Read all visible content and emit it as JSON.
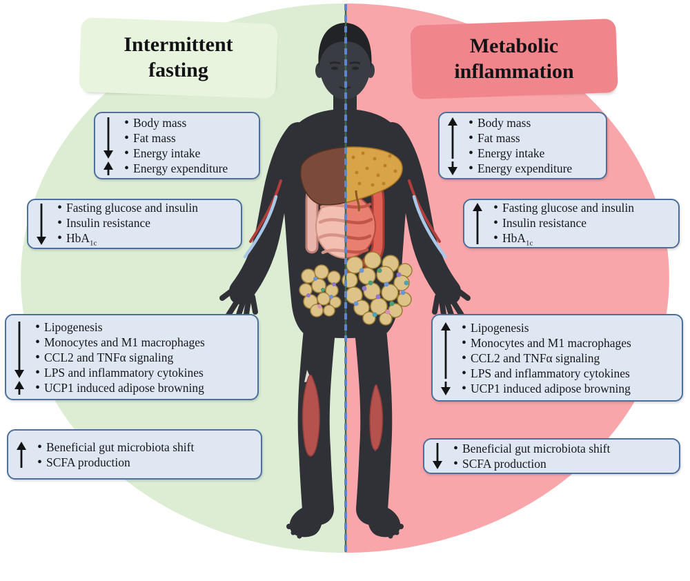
{
  "colors": {
    "left_background": "#dcedd3",
    "right_background": "#f9a6aa",
    "divider_blue": "#5f84c8",
    "divider_green": "#3e6b4e",
    "info_box_bg": "#dfe7f2",
    "info_box_border": "#4c6f9b",
    "title_left_bg": "#d8eae2",
    "title_left_border": "#2c675a",
    "title_right_bg": "#f5d7ec",
    "title_right_border": "#952e63",
    "arrow_color": "#141416",
    "text_color": "#17181c",
    "body_color": "#2f3136",
    "face_color": "#3a3c43",
    "liver_healthy": "#7b4a3a",
    "liver_fatty": "#d9a348",
    "intestine_normal": "#e9b4a9",
    "intestine_inflamed": "#df6156",
    "adipose": "#dec389",
    "muscle": "#b5524e"
  },
  "titles": {
    "left": "Intermittent fasting",
    "right": "Metabolic inflammation"
  },
  "boxes": [
    {
      "id": "left-energy-balance",
      "items": [
        {
          "text": "Body mass"
        },
        {
          "text": "Fat mass"
        },
        {
          "text": "Energy intake"
        },
        {
          "text": "Energy expenditure"
        }
      ],
      "arrows": [
        {
          "dir": "down",
          "from": 0,
          "to": 2
        },
        {
          "dir": "up",
          "from": 3,
          "to": 3
        }
      ]
    },
    {
      "id": "right-energy-balance",
      "items": [
        {
          "text": "Body mass"
        },
        {
          "text": "Fat mass"
        },
        {
          "text": "Energy intake"
        },
        {
          "text": "Energy expenditure"
        }
      ],
      "arrows": [
        {
          "dir": "up",
          "from": 0,
          "to": 2
        },
        {
          "dir": "down",
          "from": 3,
          "to": 3
        }
      ]
    },
    {
      "id": "left-glycemia",
      "items": [
        {
          "text": "Fasting glucose and insulin"
        },
        {
          "text": "Insulin resistance"
        },
        {
          "text": "HbA",
          "sub": "1c"
        }
      ],
      "arrows": [
        {
          "dir": "down",
          "from": 0,
          "to": 2
        }
      ]
    },
    {
      "id": "right-glycemia",
      "items": [
        {
          "text": "Fasting glucose and insulin"
        },
        {
          "text": "Insulin resistance"
        },
        {
          "text": "HbA",
          "sub": "1c"
        }
      ],
      "arrows": [
        {
          "dir": "up",
          "from": 0,
          "to": 2
        }
      ]
    },
    {
      "id": "left-inflammation",
      "items": [
        {
          "text": "Lipogenesis"
        },
        {
          "text": "Monocytes and M1 macrophages"
        },
        {
          "text": "CCL2 and TNFα signaling"
        },
        {
          "text": "LPS and inflammatory cytokines"
        },
        {
          "text": "UCP1 induced adipose browning"
        }
      ],
      "arrows": [
        {
          "dir": "down",
          "from": 0,
          "to": 3
        },
        {
          "dir": "up",
          "from": 4,
          "to": 4
        }
      ]
    },
    {
      "id": "right-inflammation",
      "items": [
        {
          "text": "Lipogenesis"
        },
        {
          "text": "Monocytes and M1 macrophages"
        },
        {
          "text": "CCL2 and TNFα signaling"
        },
        {
          "text": "LPS and inflammatory cytokines"
        },
        {
          "text": "UCP1 induced adipose browning"
        }
      ],
      "arrows": [
        {
          "dir": "up",
          "from": 0,
          "to": 3
        },
        {
          "dir": "down",
          "from": 4,
          "to": 4
        }
      ]
    },
    {
      "id": "left-microbiota",
      "items": [
        {
          "text": "Beneficial gut microbiota shift"
        },
        {
          "text": "SCFA production"
        }
      ],
      "arrows": [
        {
          "dir": "up",
          "from": 0,
          "to": 1
        }
      ]
    },
    {
      "id": "right-microbiota",
      "items": [
        {
          "text": "Beneficial gut microbiota shift"
        },
        {
          "text": "SCFA production"
        }
      ],
      "arrows": [
        {
          "dir": "down",
          "from": 0,
          "to": 1
        }
      ]
    }
  ],
  "illustration": {
    "parts": [
      "human-silhouette",
      "midline-divider",
      "liver-healthy-left",
      "liver-steatotic-right",
      "intestine-normal-left",
      "intestine-inflamed-right",
      "adipose-tissue-small-left",
      "adipose-tissue-expanded-right",
      "calf-muscle-left",
      "calf-muscle-right",
      "blood-vessels-left-arm",
      "blood-vessels-right-arm"
    ]
  }
}
